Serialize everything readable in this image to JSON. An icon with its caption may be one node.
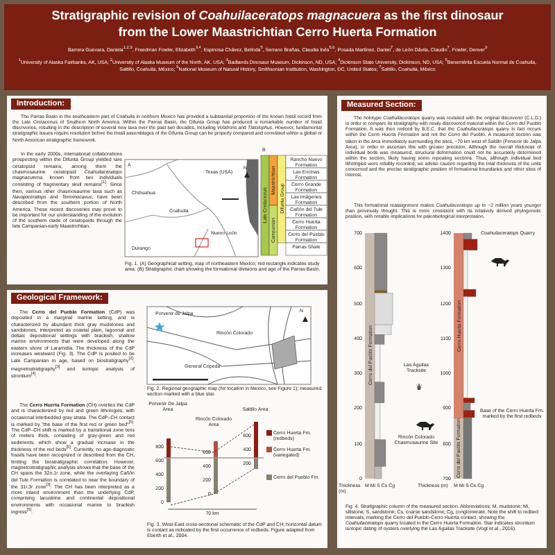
{
  "diagram": {
    "title": "Stratigraphic revision of *Coahuilaceratops magnacuera* as the first dinosaur from the Lower Maastrichtian Cerro Huerta Formation",
    "nodes": [
      {
        "text": [
          "Introduction:",
          "The Parras Basin in the southeastern part of Coahuila in northern Mexico has provided a substantial proportion of the known fossil record from the Late Cretaceous of Southern North America. Within the Parras Basin, the Difunta Group has produced a remarkable number of fossil discoveries, resulting in the description of several new taxa over the past two decades, including *Velafrons* and *Tlatolophus*. However, fundamental stratigraphic issues require resolution before the fossil assemblages of the Difunta Group can be properly compared and correlated within a global or North American stratigraphic framework.",
          "In the early 2000s, international collaborations prospecting within the Difunta Group yielded rare ceratopsid remains, among them the chasmosaurine ceratopsid *Coahuilaceratops magnacuerna*, known from two individuals consisting of fragmentary skull remains$^{[1]}$. Since then, various other chasmosaurine taxa such as *Navajoceratops* and *Terminocavus*, have been described from the southern portion of North America. These recent discoveries may prove to be important for our understanding of the evolution of the southern clade of ceratopsids through the late Campanian-early Maastrichtian."
        ]
      },
      {
        "text": [
          "Geological Framework:",
          "The **Cerro del Pueblo Formation** (CdP) was deposited in a marginal marine setting, and is characterized by abundant thick gray mudstones and sandstones, interpreted as coastal plain, lagoonal and deltaic depositional settings with brackish, shallow marine environments that were developed along the eastern shore of Laramidia. The thickness of the CdP increases westward (Fig. 3). The CdP is posited to be Late Campanian in age, based on biostratigraphy$^{[2]}$, magnetostratigraphy$^{[3]}$ and isotopic analysis of strontium$^{[4]}$.",
          "The **Cerro Huerta Formation** (CH) overlies the CdP and is characterized by red and green lithologies, with occasional interbedded gray strata. The CdP–CH contact is marked by \"the base of the first red or green bed\"$^{[5]}$. The CdP–CH shift is marked by a transitional zone tens of meters thick, consisting of gray-green and red sediments, which show a gradual increase in the thickness of the red beds$^{[5]}$. Currently, no age-diagnostic fossils have been recognized or described from the CH, limiting the biostratigraphic correlation. However, magnetostratigraphic analysis shows that the base of the CH spans the 32n.1r zone, while the overlaying Cañón del Tule Formation is correlated to near the boundary of the 31r.3r zone$^{[3]}$. The CH has been interpreted as a more inland environment than the underlying CdP, comprising lacustrine and continental depositional environments with occasional marine to brackish ingress$^{[5]}$."
        ]
      },
      {
        "text": [
          "Measured Section:",
          "The holotype *Coahuilaceratops* quarry was revisited with the original discoverer (C.L.D.) in order to compare its stratigraphy with newly discovered material within the Cerro del Pueblo Formation. It was then noticed by B.E.C. that the *Coahuilaceratops* quarry in fact occurs within the Cerro Huerta Formation and not the Cerro del Pueblo. A measured section was taken in the area immediately surrounding the sites, ~70 km west of Saltillo (Porvenir de Jalpa Area), in order to ascertain this with greater precision. Although the overall thickness of individual beds was measured, structural deformation could not be accurately determined within the section, likely having some repeating sections. Thus, although individual bed lithologies were reliably recorded, we advise caution regarding the total thickness of the units concerned and the precise stratigraphic position of formational boundaries and other sites of interest.",
          "This formational reassignment makes *Coahuilaceratops* up to ~2 million years younger than previously thought. This is more consistent with its relatively derived phylogenetic position, with notable implications for paleobiological interpretation."
        ]
      }
    ],
    "labels": [
      "Barrera Guevara, Daniela$^{1,2,3}$, Freedman Fowler, Elizabeth$^{3,4}$, Espinosa Chávez, Belinda$^{5}$, Serrano Brañas, Claudia Inés$^{5,6}$, Posada Martínez, Daniel$^{7}$, de León Dávila, Claudio$^{7}$, Fowler, Denver$^{3}$",
      "$^{1}$University of Alaska Fairbanks, AK, USA; $^{2}$University of Alaska Museum of the North, AK, USA; $^{3}$Badlands Dinosaur Museum, Dickinson, ND, USA; $^{4}$Dickinson State University, Dickinson, ND, USA; $^{5}$Benemérita Escuela Normal de Coahuila, Saltillo, Coahuila, México; $^{6}$National Museum of Natural History, Smithsonian Institution, Washington, DC, United States; $^{7}$Saltillo, Coahuila, México",
      "A",
      "Texas (USA)",
      "Chihuahua",
      "Coahuila",
      "Durango",
      "Nuevo León",
      "N",
      "B",
      "Late Cretaceous",
      "Maastrichtian",
      "Campanian",
      "Difunta Group",
      "Rancho Nuevo Formation",
      "Las Encinas Formation",
      "Cerro Grande Formation",
      "Las Imágenes Formation",
      "Cañón del Tule Formation",
      "Cerro Huerta Formation",
      "Cerro del Pueblo Formation",
      "Parras Shale",
      "Fig. 1. (A) Geographical setting, map of northeastern Mexico; red rectangle indicates study area. (B) Stratigraphic chart showing the formational divisions and age of the Parras Basin.",
      "N",
      "Porvenir de Jalpa",
      "Rincón Colorado",
      "General Cepeda",
      "Fig. 2. Regional geographic map (for location in Mexico, see Figure 1); measured section marked with a blue star.",
      "Porvenir De Jalpa Area",
      "Rincón Colorado Area",
      "Saltillo Area",
      "70 km",
      "Fig. 3. West-East cross-sectional schematic of the CdP and CH; horizontal datum is contact as indicated by the first occurrence of redbeds. Figure adapted from Eberth et al., 2004.",
      "Cerro del Pueblo Formation",
      "Las Águilas Tracksite",
      "Rincón Colorado Chasmosaurine Site",
      "Thickness (m)",
      "Cerro Huerta Formation",
      "*Coahuilaceratops* Quarry",
      "Cerro del Pueblo Formation",
      "Base of the Cerro Huerta Fm. marked by the first redbeds",
      "Thickness (m)",
      "Fig. 4. Stratigraphic column of the measured section. Abbreviations: M, mudstone; Mi, siltstone; S, sandstone; Cs, coarse sandstone; Cg, conglomerate. Note the shift to redbed intervals, marking the Cerro del Pueblo-Cerro Huerta contact, showing the *Coahuilaceratops* quarry located in the Cerro Huerta Formation. Star indicates strontium isotopic dating of oysters overlying the Las Águilas Tracksite (Vogt et al., 2016).",
      "0",
      "200",
      "400",
      "600",
      "800",
      "0",
      "200",
      "400",
      "600",
      "200",
      "400",
      "600",
      "0",
      "100",
      "200",
      "300",
      "400",
      "500",
      "600",
      "700",
      "700",
      "800",
      "900",
      "1000",
      "1100",
      "1200",
      "1300",
      "1400",
      "M Mi S Cs Cg",
      "M Mi S Cs Cg"
    ],
    "legend": [
      {
        "text": "Cerro Huerta Fm. (redbeds)",
        "color": "#8e1c10"
      },
      {
        "text": "Cerro Huerta Fm. (variegated)",
        "color": "#b4503c"
      },
      {
        "text": "Cerro del Pueblo Fm.",
        "color": "#8a7f6e"
      }
    ]
  }
}
